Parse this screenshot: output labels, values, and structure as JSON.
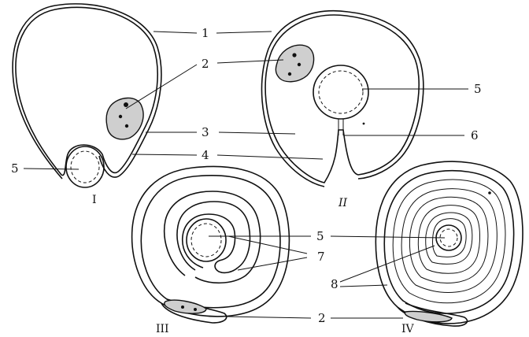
{
  "labels": {
    "n1": "1",
    "n2a": "2",
    "n2b": "2",
    "n3": "3",
    "n4": "4",
    "n5a": "5",
    "n5b": "5",
    "n5c": "5",
    "n6": "6",
    "n7": "7",
    "n8": "8"
  },
  "stages": {
    "s1": "I",
    "s2": "II",
    "s3": "III",
    "s4": "IV"
  }
}
